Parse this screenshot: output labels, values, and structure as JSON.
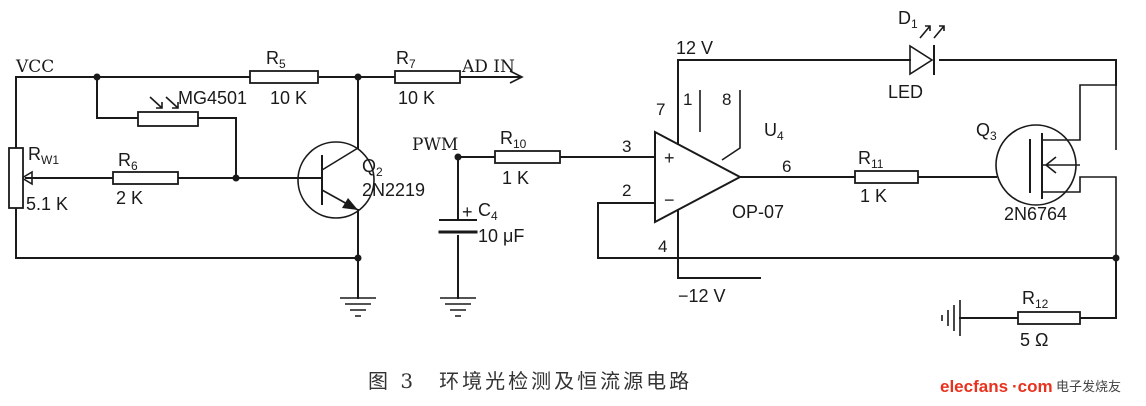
{
  "labels": {
    "vcc": "VCC",
    "r5": "R",
    "r5_sub": "5",
    "r5_val": "10 K",
    "r7": "R",
    "r7_sub": "7",
    "r7_val": "10 K",
    "ad_in": "AD IN",
    "mg": "MG4501",
    "rw": "R",
    "rw_sub": "W1",
    "rw_val": "5.1 K",
    "r6": "R",
    "r6_sub": "6",
    "r6_val": "2 K",
    "q2": "Q",
    "q2_sub": "2",
    "q2_part": "2N2219",
    "pwm": "PWM",
    "r10": "R",
    "r10_sub": "10",
    "r10_val": "1 K",
    "c4": "C",
    "c4_sub": "4",
    "c4_val": "10 μF",
    "plus12": "12 V",
    "minus12": "−12 V",
    "pin3": "3",
    "pin2": "2",
    "pin4": "4",
    "pin7": "7",
    "pin1": "1",
    "pin8": "8",
    "pin6": "6",
    "u4": "U",
    "u4_sub": "4",
    "op": "OP-07",
    "d1": "D",
    "d1_sub": "1",
    "led": "LED",
    "r11": "R",
    "r11_sub": "11",
    "r11_val": "1 K",
    "q3": "Q",
    "q3_sub": "3",
    "q3_part": "2N6764",
    "r12": "R",
    "r12_sub": "12",
    "r12_val": "5 Ω",
    "opamp_plus": "+",
    "opamp_minus": "−",
    "cap_plus": "+"
  },
  "caption": "图 3　环境光检测及恒流源电路",
  "watermark": {
    "brand": "elecfans",
    "suffix": "·com",
    "cn": "电子发烧友"
  }
}
